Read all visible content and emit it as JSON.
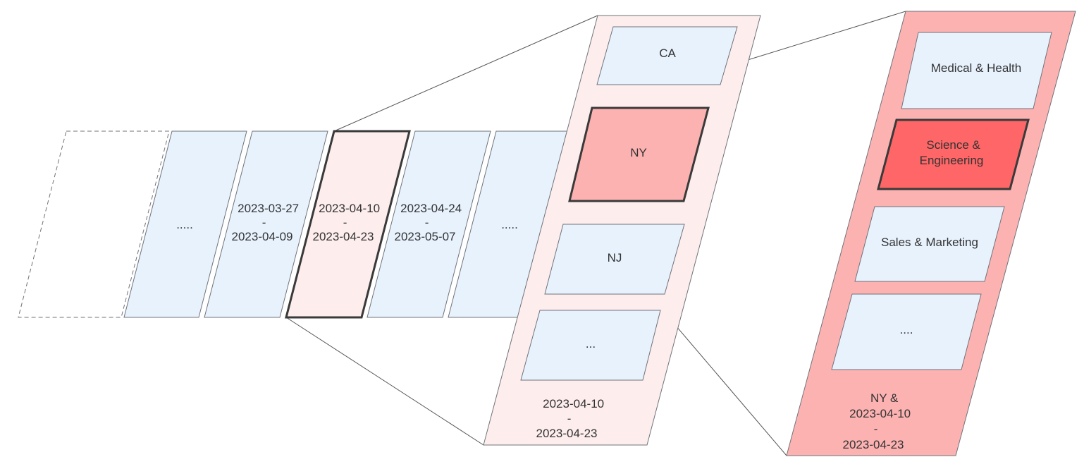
{
  "colors": {
    "cell_fill": "#e8f2fd",
    "selected_cell_fill": "#fdeded",
    "state_panel_fill": "#fdeded",
    "state_selected_fill": "#fdb2b2",
    "category_panel_fill": "#fdb2b2",
    "category_selected_fill": "#fe6667",
    "stroke": "#6f737a",
    "selected_stroke": "#3a3a3a",
    "text": "#333333"
  },
  "timeline": {
    "cells": [
      {
        "lines": [
          ""
        ]
      },
      {
        "lines": [
          "....."
        ]
      },
      {
        "lines": [
          "2023-03-27",
          "-",
          "2023-04-09"
        ]
      },
      {
        "lines": [
          "2023-04-10",
          "-",
          "2023-04-23"
        ],
        "selected": true
      },
      {
        "lines": [
          "2023-04-24",
          "-",
          "2023-05-07"
        ]
      },
      {
        "lines": [
          "....."
        ]
      }
    ]
  },
  "state_panel": {
    "caption": [
      "2023-04-10",
      "-",
      "2023-04-23"
    ],
    "items": [
      {
        "lines": [
          "CA"
        ]
      },
      {
        "lines": [
          "NY"
        ],
        "selected": true
      },
      {
        "lines": [
          "NJ"
        ]
      },
      {
        "lines": [
          "..."
        ]
      }
    ]
  },
  "category_panel": {
    "caption": [
      "NY &",
      "2023-04-10",
      "-",
      "2023-04-23"
    ],
    "items": [
      {
        "lines": [
          "Medical & Health"
        ]
      },
      {
        "lines": [
          "Science &",
          "Engineering"
        ],
        "selected": true
      },
      {
        "lines": [
          "Sales & Marketing"
        ]
      },
      {
        "lines": [
          "...."
        ]
      }
    ]
  }
}
